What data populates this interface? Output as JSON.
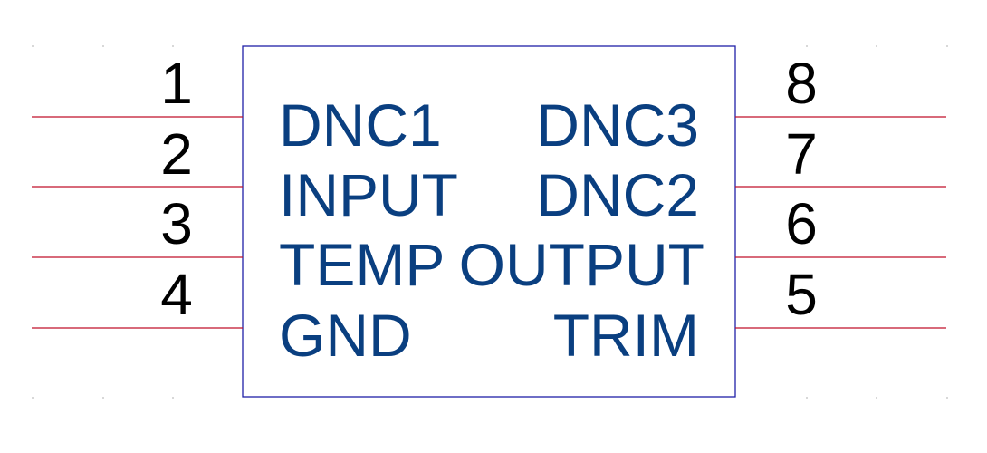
{
  "component": {
    "pins_left": [
      {
        "number": "1",
        "name": "DNC1"
      },
      {
        "number": "2",
        "name": "INPUT"
      },
      {
        "number": "3",
        "name": "TEMP"
      },
      {
        "number": "4",
        "name": "GND"
      }
    ],
    "pins_right": [
      {
        "number": "8",
        "name": "DNC3"
      },
      {
        "number": "7",
        "name": "DNC2"
      },
      {
        "number": "6",
        "name": "OUTPUT"
      },
      {
        "number": "5",
        "name": "TRIM"
      }
    ]
  },
  "colors": {
    "body_outline": "#2020a8",
    "pin_line": "#c0102a",
    "pin_name_text": "#0a3f80",
    "pin_number_text": "#000000"
  }
}
